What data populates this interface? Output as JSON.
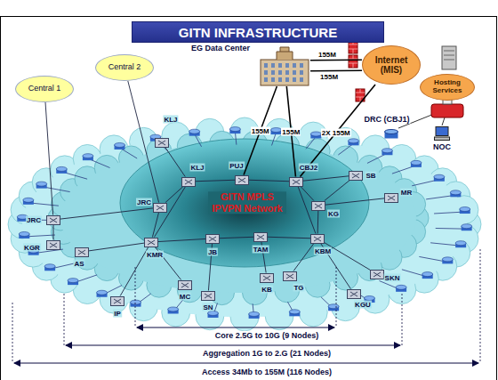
{
  "diagram": {
    "title": "GITN INFRASTRUCTURE",
    "nodes": [
      {
        "text": [
          "Central 1"
        ]
      },
      {
        "text": [
          "Central 2"
        ]
      },
      {
        "text": [
          "EG Data Center"
        ]
      },
      {
        "text": [
          "Internet (MIS)"
        ]
      },
      {
        "text": [
          "Hosting Services"
        ]
      },
      {
        "text": [
          "NOC"
        ]
      },
      {
        "text": [
          "DRC (CBJ1)"
        ]
      },
      {
        "text": [
          "KLJ"
        ]
      },
      {
        "text": [
          "KLJ"
        ]
      },
      {
        "text": [
          "PUJ"
        ]
      },
      {
        "text": [
          "CBJ2"
        ]
      },
      {
        "text": [
          "SB"
        ]
      },
      {
        "text": [
          "MR"
        ]
      },
      {
        "text": [
          "KG"
        ]
      },
      {
        "text": [
          "JRC"
        ]
      },
      {
        "text": [
          "JRC"
        ]
      },
      {
        "text": [
          "KGR"
        ]
      },
      {
        "text": [
          "AS"
        ]
      },
      {
        "text": [
          "KMR"
        ]
      },
      {
        "text": [
          "JB"
        ]
      },
      {
        "text": [
          "TAM"
        ]
      },
      {
        "text": [
          "KBM"
        ]
      },
      {
        "text": [
          "SKN"
        ]
      },
      {
        "text": [
          "KGU"
        ]
      },
      {
        "text": [
          "KB"
        ]
      },
      {
        "text": [
          "TG"
        ]
      },
      {
        "text": [
          "MC"
        ]
      },
      {
        "text": [
          "SN"
        ]
      },
      {
        "text": [
          "IP"
        ]
      }
    ],
    "edges": [
      {
        "from": 2,
        "to": 9,
        "label": "155M",
        "arrow": "none"
      },
      {
        "from": 2,
        "to": 10,
        "label": "155M",
        "arrow": "none"
      },
      {
        "from": 2,
        "to": 3,
        "label": "155M",
        "arrow": "none"
      },
      {
        "from": 2,
        "to": 3,
        "label": "155M",
        "arrow": "none"
      },
      {
        "from": 10,
        "to": 3,
        "label": "2X 155M",
        "arrow": "none"
      },
      {
        "from": 0,
        "to": 14,
        "arrow": "none"
      },
      {
        "from": 1,
        "to": 15,
        "arrow": "none"
      },
      {
        "from": 7,
        "to": 8,
        "arrow": "none"
      },
      {
        "from": 8,
        "to": 9,
        "arrow": "none"
      },
      {
        "from": 9,
        "to": 10,
        "arrow": "none"
      },
      {
        "from": 10,
        "to": 13,
        "arrow": "none"
      },
      {
        "from": 8,
        "to": 15,
        "arrow": "none"
      },
      {
        "from": 8,
        "to": 18,
        "arrow": "none"
      },
      {
        "from": 15,
        "to": 18,
        "arrow": "none"
      },
      {
        "from": 18,
        "to": 19,
        "arrow": "none"
      },
      {
        "from": 19,
        "to": 20,
        "arrow": "none"
      },
      {
        "from": 20,
        "to": 21,
        "arrow": "none"
      },
      {
        "from": 21,
        "to": 13,
        "arrow": "none"
      },
      {
        "from": 10,
        "to": 21,
        "arrow": "none"
      },
      {
        "from": 10,
        "to": 11,
        "arrow": "none"
      },
      {
        "from": 13,
        "to": 11,
        "arrow": "none"
      },
      {
        "from": 13,
        "to": 12,
        "arrow": "none"
      },
      {
        "from": 15,
        "to": 14,
        "arrow": "none"
      },
      {
        "from": 14,
        "to": 16,
        "arrow": "none"
      },
      {
        "from": 18,
        "to": 17,
        "arrow": "none"
      },
      {
        "from": 18,
        "to": 28,
        "arrow": "none"
      },
      {
        "from": 18,
        "to": 26,
        "arrow": "none"
      },
      {
        "from": 19,
        "to": 27,
        "arrow": "none"
      },
      {
        "from": 20,
        "to": 24,
        "arrow": "none"
      },
      {
        "from": 21,
        "to": 25,
        "arrow": "none"
      },
      {
        "from": 21,
        "to": 23,
        "arrow": "none"
      },
      {
        "from": 21,
        "to": 22,
        "arrow": "none"
      }
    ],
    "labels": [
      "GITN MPLS IPVPN Network",
      "Core 2.5G to 10G (9 Nodes)",
      "Aggregation 1G to 2.G (21 Nodes)",
      "Access 34Mb to 155M (116 Nodes)"
    ]
  }
}
